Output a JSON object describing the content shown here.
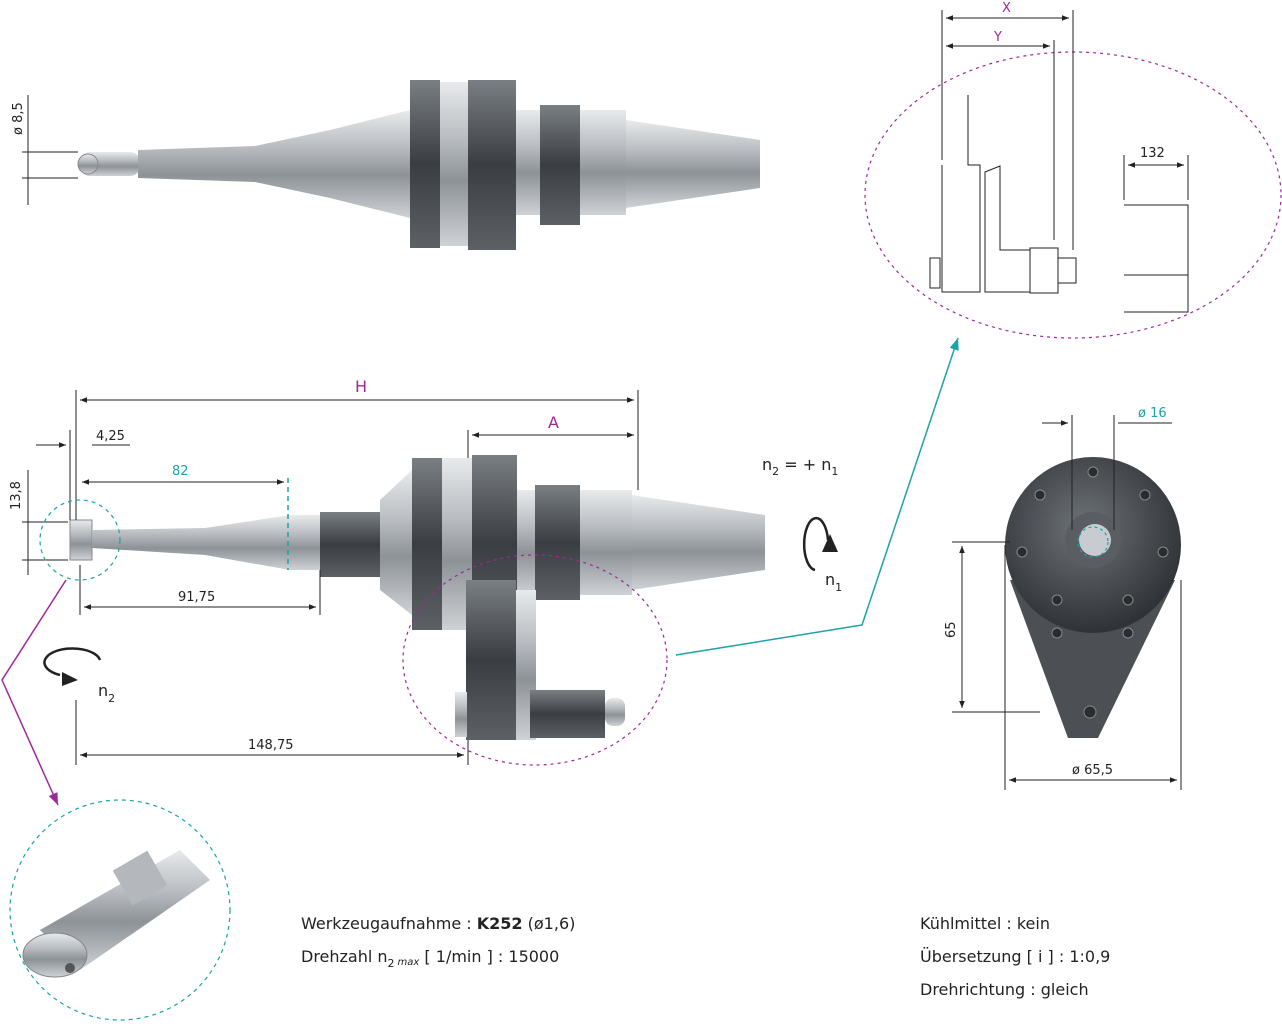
{
  "colors": {
    "teal": "#1aa3a8",
    "purple": "#a0279a",
    "metal": "#9aa0a6",
    "dark": "#3a3d41"
  },
  "dimensions": {
    "d85": "ø 8,5",
    "H": "H",
    "A": "A",
    "d425": "4,25",
    "d82": "82",
    "d138": "13,8",
    "d9175": "91,75",
    "d14875": "148,75",
    "X": "X",
    "Y": "Y",
    "d132": "132",
    "d16": "ø 16",
    "d65": "65",
    "d655": "ø 65,5"
  },
  "rotation": {
    "n1_main": "n",
    "n1_sub": "1",
    "n2_main": "n",
    "n2_sub": "2",
    "relation_n2": "n",
    "relation_n2_sub": "2",
    "relation_eq": " = + n",
    "relation_n1_sub": "1"
  },
  "specs_left": {
    "line1_label": "Werkzeugaufnahme : ",
    "line1_bold": "K252",
    "line1_suffix": " (ø1,6)",
    "line2_label": "Drehzahl n",
    "line2_sub": "2",
    "line2_max": "max",
    "line2_suffix": " [ 1/min ] : 15000"
  },
  "specs_right": {
    "coolant": "Kühlmittel : kein",
    "ratio": "Übersetzung [ i ] : 1:0,9",
    "direction": "Drehrichtung : gleich"
  }
}
